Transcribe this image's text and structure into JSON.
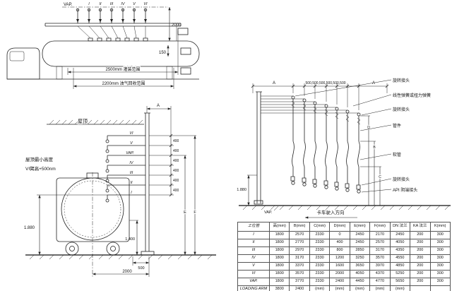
{
  "drawing": {
    "side_view": {
      "vap_label": "VAP.",
      "station_labels": [
        "I",
        "II",
        "III",
        "IV",
        "V",
        "VI"
      ],
      "dim_2000": "2000",
      "dim_150": "150",
      "dim_fill_range": "2500mm 灌装范围",
      "dim_vapor_range": "2200mm 油气回收范围"
    },
    "rear_view": {
      "roof_label": "屋顶",
      "dim_a": "A",
      "arm_labels": [
        "VI",
        "V",
        "VAP.",
        "IV",
        "III",
        "II",
        "I"
      ],
      "dim_400s": [
        "400",
        "400",
        "400",
        "400",
        "400",
        "400"
      ],
      "min_height_note_1": "屋顶最小高度",
      "min_height_note_2": "VI臂高+500nm",
      "dim_1880": "1.880",
      "dim_1400": "1.400",
      "dim_500": "500",
      "dim_2000": "2000",
      "dim_e": "E",
      "dim_f": "F"
    },
    "detail_view": {
      "dim_a_left": "A",
      "dim_spacing": "500,500,500,500,500,500",
      "dim_a_right": "A",
      "callout_swivel_top": "旋转接头",
      "callout_spring": "线性弹簧或扭力弹簧",
      "callout_swivel_mid": "旋转接头",
      "callout_fitting": "管件",
      "callout_hose": "软管",
      "callout_swivel_bottom": "旋转接头",
      "callout_api_coupler": "API 阴端接头",
      "dim_d": "D",
      "dim_b": "B",
      "dim_c": "C",
      "dim_1880": "1.880",
      "vap_label": "VAP.",
      "truck_direction": "卡车驶入方向"
    }
  },
  "table": {
    "header": [
      "工位管",
      "高(mm)",
      "B(mm)",
      "C(mm)",
      "D(mm)",
      "E(mm)",
      "F(mm)",
      "DN 法兰",
      "KA 法兰",
      "K(mm)"
    ],
    "rows": [
      [
        "I",
        "1800",
        "2570",
        "2330",
        "0",
        "2450",
        "2170",
        "2450",
        "200",
        "300"
      ],
      [
        "II",
        "1800",
        "2770",
        "2330",
        "400",
        "2450",
        "2570",
        "4050",
        "200",
        "300"
      ],
      [
        "III",
        "1800",
        "2970",
        "2330",
        "800",
        "2850",
        "3170",
        "4350",
        "200",
        "300"
      ],
      [
        "IV",
        "1800",
        "3170",
        "2330",
        "1200",
        "3250",
        "3570",
        "4550",
        "200",
        "300"
      ],
      [
        "V",
        "1800",
        "3370",
        "2330",
        "1600",
        "3650",
        "3970",
        "4850",
        "200",
        "300"
      ],
      [
        "VI",
        "1800",
        "3570",
        "2330",
        "2000",
        "4050",
        "4370",
        "5250",
        "200",
        "300"
      ],
      [
        "VAP.",
        "1800",
        "3770",
        "2330",
        "2400",
        "4450",
        "4770",
        "5650",
        "200",
        "300"
      ],
      [
        "LOADING ARM",
        "3800",
        "2400",
        "(mm)",
        "(mm)",
        "(mm)",
        "(mm)",
        "(mm)",
        "",
        ""
      ]
    ]
  }
}
